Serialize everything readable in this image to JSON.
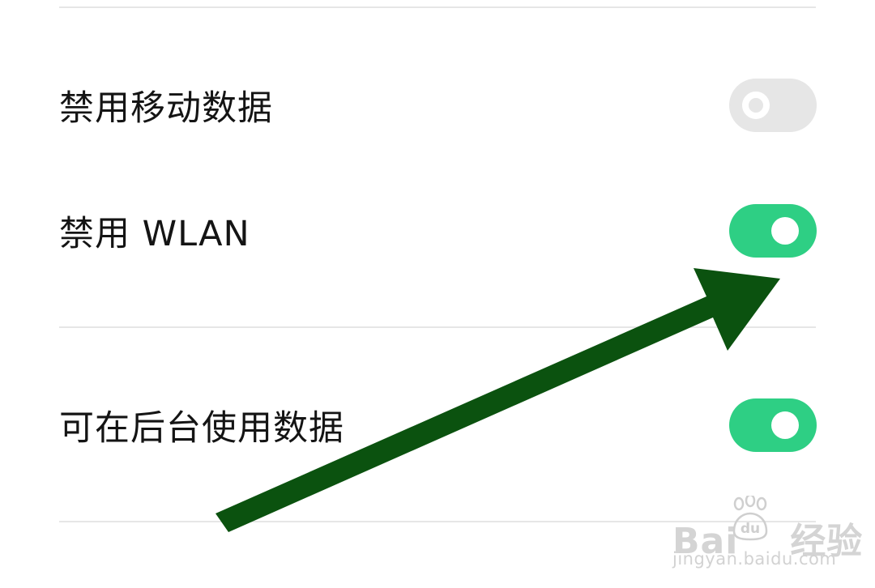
{
  "settings": {
    "items": [
      {
        "label": "禁用移动数据",
        "state": "off"
      },
      {
        "label": "禁用 WLAN",
        "state": "on"
      },
      {
        "label": "可在后台使用数据",
        "state": "on"
      }
    ]
  },
  "colors": {
    "toggle_on": "#2ecf84",
    "toggle_off": "#e6e6e6",
    "arrow": "#0b520f",
    "divider": "#e6e6e6"
  },
  "watermark": {
    "brand_prefix": "Bai",
    "brand_suffix": "经验",
    "paw_text": "du",
    "url": "jingyan.baidu.com"
  }
}
